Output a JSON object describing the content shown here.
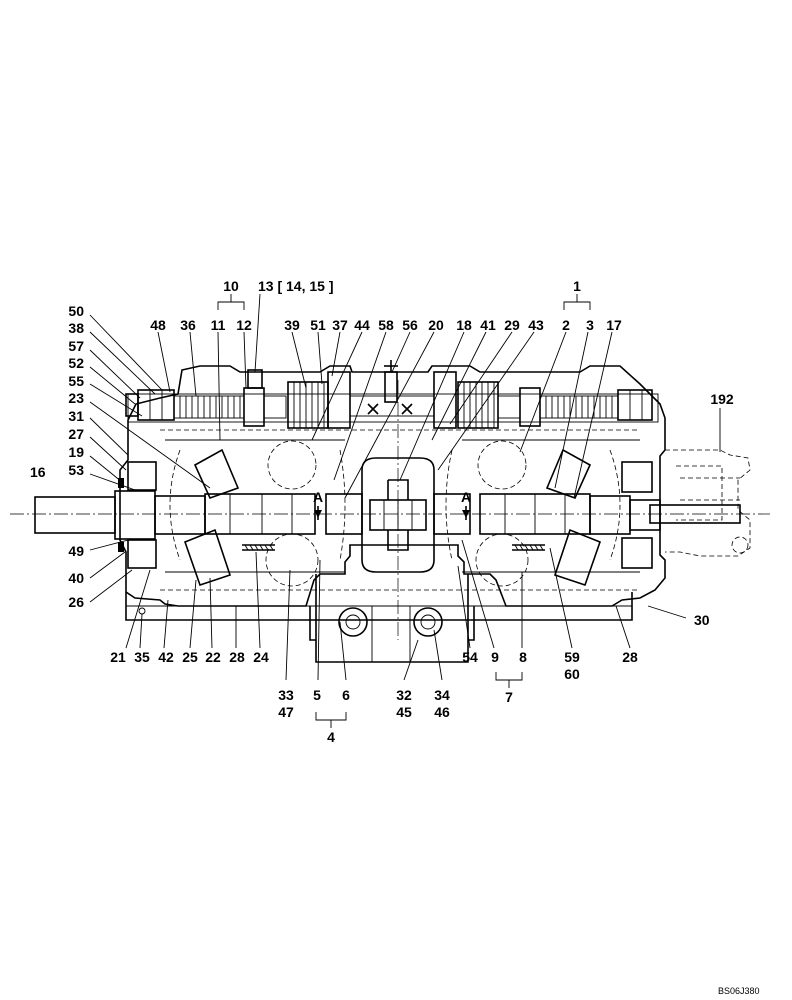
{
  "drawing_ref": "BS06J380",
  "section_marker": "A",
  "groups": [
    {
      "id": "g1",
      "label": "1"
    },
    {
      "id": "g4",
      "label": "4"
    },
    {
      "id": "g7",
      "label": "7"
    },
    {
      "id": "g10",
      "label": "10"
    }
  ],
  "labels": [
    {
      "id": "l13",
      "text": "13 [ 14, 15 ]"
    },
    {
      "id": "l50",
      "text": "50"
    },
    {
      "id": "l38",
      "text": "38"
    },
    {
      "id": "l57",
      "text": "57"
    },
    {
      "id": "l52",
      "text": "52"
    },
    {
      "id": "l55",
      "text": "55"
    },
    {
      "id": "l23",
      "text": "23"
    },
    {
      "id": "l31",
      "text": "31"
    },
    {
      "id": "l27",
      "text": "27"
    },
    {
      "id": "l19",
      "text": "19"
    },
    {
      "id": "l53",
      "text": "53"
    },
    {
      "id": "l16",
      "text": "16"
    },
    {
      "id": "l49",
      "text": "49"
    },
    {
      "id": "l40",
      "text": "40"
    },
    {
      "id": "l26",
      "text": "26"
    },
    {
      "id": "l48",
      "text": "48"
    },
    {
      "id": "l36",
      "text": "36"
    },
    {
      "id": "l11",
      "text": "11"
    },
    {
      "id": "l12",
      "text": "12"
    },
    {
      "id": "l39",
      "text": "39"
    },
    {
      "id": "l51",
      "text": "51"
    },
    {
      "id": "l37",
      "text": "37"
    },
    {
      "id": "l44",
      "text": "44"
    },
    {
      "id": "l58",
      "text": "58"
    },
    {
      "id": "l56",
      "text": "56"
    },
    {
      "id": "l20",
      "text": "20"
    },
    {
      "id": "l18",
      "text": "18"
    },
    {
      "id": "l41",
      "text": "41"
    },
    {
      "id": "l29",
      "text": "29"
    },
    {
      "id": "l43",
      "text": "43"
    },
    {
      "id": "l2",
      "text": "2"
    },
    {
      "id": "l3",
      "text": "3"
    },
    {
      "id": "l17",
      "text": "17"
    },
    {
      "id": "l192",
      "text": "192"
    },
    {
      "id": "l30",
      "text": "30"
    },
    {
      "id": "l21",
      "text": "21"
    },
    {
      "id": "l35",
      "text": "35"
    },
    {
      "id": "l42",
      "text": "42"
    },
    {
      "id": "l25",
      "text": "25"
    },
    {
      "id": "l22",
      "text": "22"
    },
    {
      "id": "l28a",
      "text": "28"
    },
    {
      "id": "l24",
      "text": "24"
    },
    {
      "id": "l33",
      "text": "33"
    },
    {
      "id": "l47",
      "text": "47"
    },
    {
      "id": "l5",
      "text": "5"
    },
    {
      "id": "l6",
      "text": "6"
    },
    {
      "id": "l32",
      "text": "32"
    },
    {
      "id": "l45",
      "text": "45"
    },
    {
      "id": "l34",
      "text": "34"
    },
    {
      "id": "l46",
      "text": "46"
    },
    {
      "id": "l54",
      "text": "54"
    },
    {
      "id": "l9",
      "text": "9"
    },
    {
      "id": "l8",
      "text": "8"
    },
    {
      "id": "l59",
      "text": "59"
    },
    {
      "id": "l60",
      "text": "60"
    },
    {
      "id": "l28b",
      "text": "28"
    }
  ]
}
